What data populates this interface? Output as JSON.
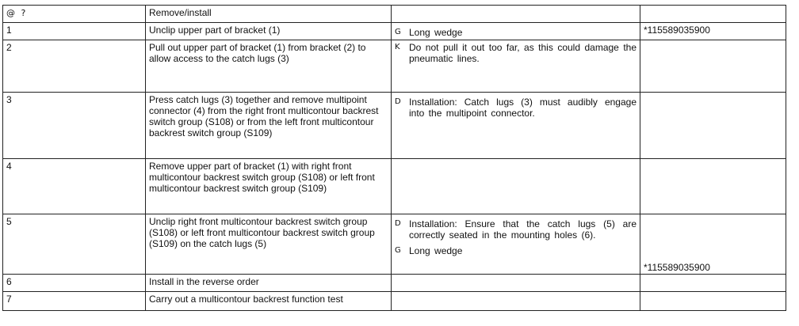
{
  "header": {
    "step_symbol": "@   ?",
    "action": "Remove/install",
    "note": "",
    "part": ""
  },
  "rows": [
    {
      "step": "1",
      "action": "Unclip upper part of bracket (1)",
      "notes": [
        {
          "glyph": "G",
          "text": "Long wedge"
        }
      ],
      "part": "*115589035900"
    },
    {
      "step": "2",
      "action": "Pull out upper part of bracket (1) from bracket (2) to allow access to the catch lugs (3)",
      "notes": [
        {
          "glyph": "K",
          "text": "Do not pull it out too far, as this could damage the pneumatic lines."
        }
      ],
      "part": ""
    },
    {
      "step": "3",
      "action": "Press catch lugs (3) together and remove multipoint connector (4) from the right front multicontour backrest switch group (S108) or from the left front multicontour backrest switch group (S109)",
      "notes": [
        {
          "glyph": "D",
          "text": "Installation:   Catch lugs (3) must audibly engage into the multipoint connector."
        }
      ],
      "part": ""
    },
    {
      "step": "4",
      "action": "Remove upper part of bracket (1) with right front multicontour backrest switch group (S108) or left front multicontour backrest switch group (S109)",
      "notes": [],
      "part": ""
    },
    {
      "step": "5",
      "action": "Unclip right front multicontour backrest switch group (S108) or left front multicontour backrest switch group (S109) on the catch lugs (5)",
      "notes": [
        {
          "glyph": "D",
          "text": "Installation:   Ensure that the catch lugs (5) are correctly seated in the mounting holes (6)."
        },
        {
          "glyph": "G",
          "text": "Long wedge"
        }
      ],
      "part": "*115589035900"
    },
    {
      "step": "6",
      "action": "Install in the reverse order",
      "notes": [],
      "part": ""
    },
    {
      "step": "7",
      "action": "Carry out a multicontour backrest function test",
      "notes": [],
      "part": ""
    }
  ]
}
